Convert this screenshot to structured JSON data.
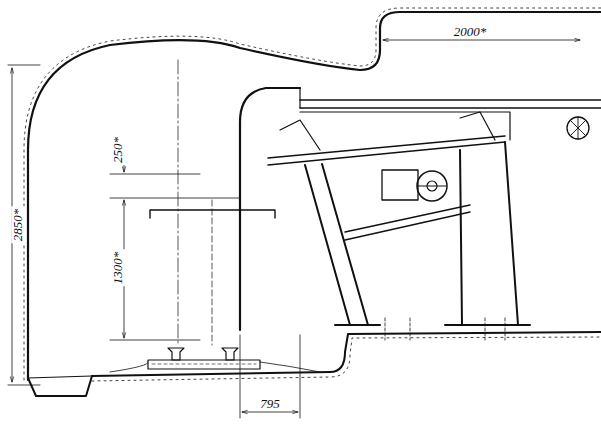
{
  "diagram": {
    "labels": [
      "2000*",
      "250*",
      "2850*",
      "1300*",
      "795"
    ]
  }
}
